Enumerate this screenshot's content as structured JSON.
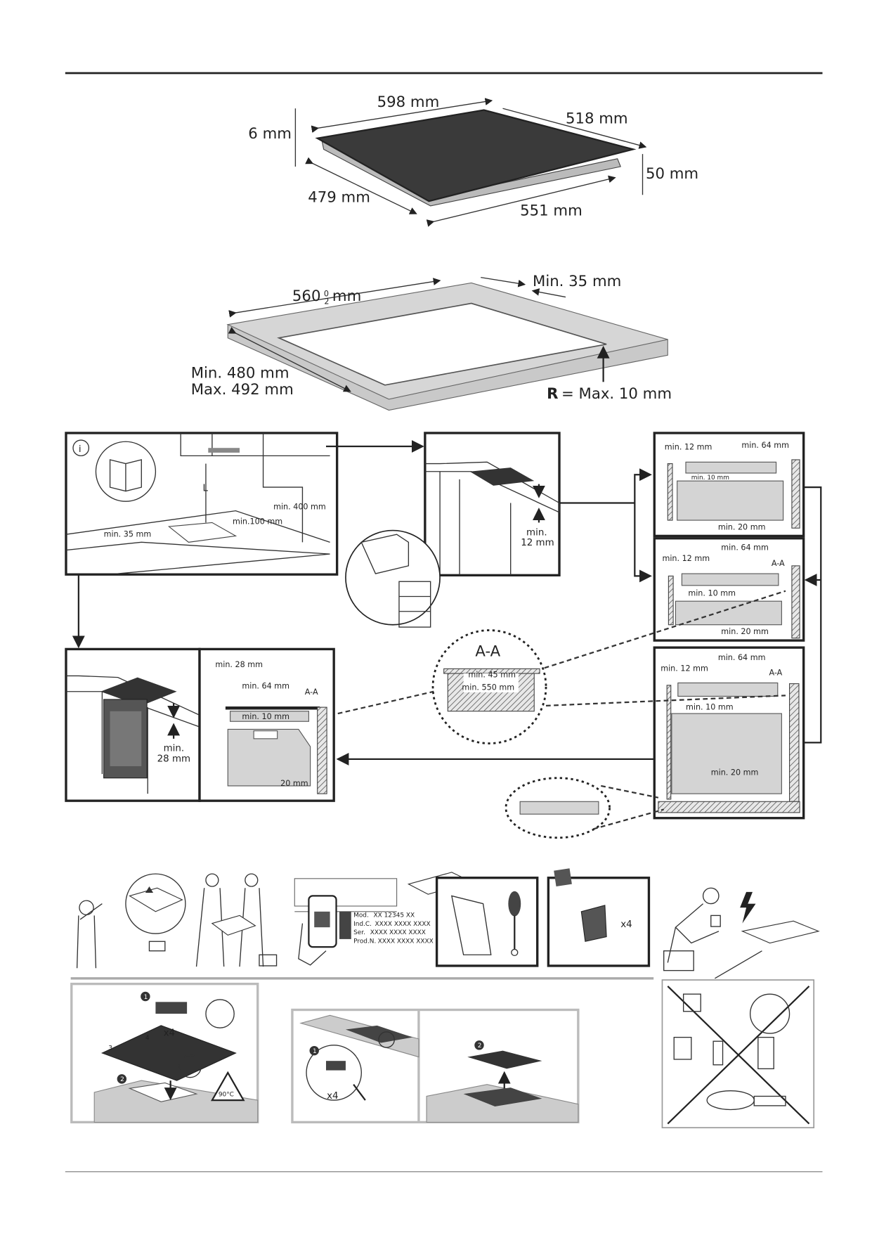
{
  "hob_dimensions": {
    "width_top": "598 mm",
    "depth_top": "518 mm",
    "thickness": "6 mm",
    "height": "50 mm",
    "depth_bottom": "479 mm",
    "width_bottom": "551 mm"
  },
  "cutout_dimensions": {
    "width": "560",
    "tolerance_upper": "0",
    "tolerance_lower": "2",
    "width_unit": "mm",
    "min_edge": "Min. 35 mm",
    "depth_min": "Min. 480 mm",
    "depth_max": "Max. 492 mm",
    "radius_symbol": "R",
    "radius_text": "= Max. 10 mm"
  },
  "kitchen_panel": {
    "info_icon": "i",
    "hood_distance": "L",
    "min_400": "min. 400 mm",
    "min_100": "min.100 mm",
    "min_35": "min. 35 mm"
  },
  "drawer_panel": {
    "min_label": "min.",
    "min_value": "12 mm"
  },
  "section_1": {
    "min_12": "min. 12 mm",
    "min_64": "min. 64 mm",
    "min_10": "min. 10 mm",
    "min_20": "min. 20 mm"
  },
  "section_2": {
    "min_12": "min. 12 mm",
    "min_64": "min. 64 mm",
    "section": "A-A",
    "min_10": "min. 10 mm",
    "min_20": "min. 20 mm"
  },
  "section_3": {
    "min_12": "min. 12 mm",
    "min_64": "min. 64 mm",
    "section": "A-A",
    "min_10": "min. 10 mm",
    "min_20": "min. 20 mm"
  },
  "oven_panel": {
    "min_label": "min.",
    "min_value": "28 mm"
  },
  "oven_section": {
    "min_28": "min. 28 mm",
    "min_64": "min. 64 mm",
    "section": "A-A",
    "min_10": "min. 10 mm",
    "gap_20": "20 mm"
  },
  "detail_circle": {
    "title": "A-A",
    "min_45": "min. 45 mm",
    "min_550": "min. 550 mm"
  },
  "rating_label": {
    "rows": [
      {
        "key": "Mod.",
        "value": "XX 12345 XX"
      },
      {
        "key": "Ind.C.",
        "value": "XXXX XXXX XXXX"
      },
      {
        "key": "Ser.",
        "value": "XXXX XXXX XXXX"
      },
      {
        "key": "Prod.N.",
        "value": "XXXX XXXX XXXX"
      }
    ]
  },
  "clips": {
    "count": "x4"
  },
  "step_fit": {
    "step1": "1",
    "step2": "2",
    "count": "x4",
    "corner3": "3",
    "corner4": "4",
    "temp": "90°C"
  },
  "step_remove": {
    "step1": "1",
    "step2": "2",
    "count": "x4"
  },
  "colors": {
    "hob": "#3a3a3a",
    "counter": "#d0d0d0",
    "line": "#222222"
  }
}
